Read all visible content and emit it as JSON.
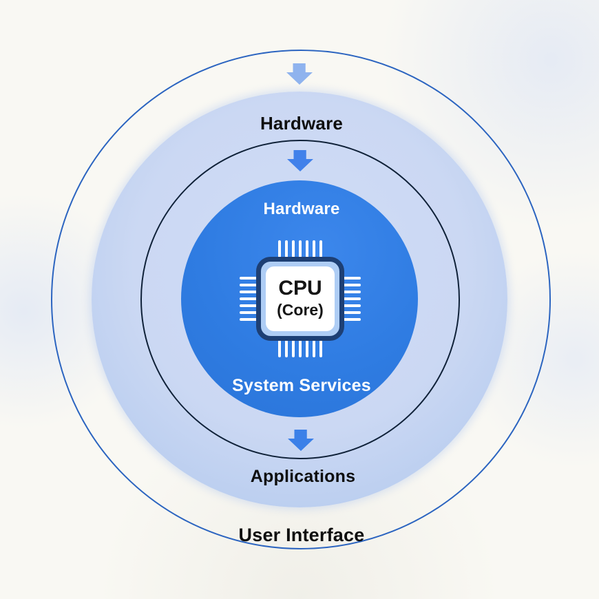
{
  "diagram": {
    "layers": {
      "outermost_label": "User Interface",
      "outer_ring_top_label": "Hardware",
      "outer_ring_bottom_label": "Applications",
      "core_circle_top_label": "Hardware",
      "core_circle_bottom_label": "System Services"
    },
    "chip": {
      "title": "CPU",
      "subtitle": "(Core)"
    },
    "colors": {
      "core_circle_blue": "#2f7ce2",
      "ring_light_blue": "#c9d8f3",
      "outer_circle_stroke": "#2b64c0",
      "inner_stroke_navy": "#0f2138",
      "arrow_light_blue": "#8fb3ee",
      "arrow_primary_blue": "#3e82e9",
      "chip_border_navy": "#1d3f74",
      "chip_inner_light_blue": "#aecdf5",
      "background": "#f9f8f3"
    }
  }
}
